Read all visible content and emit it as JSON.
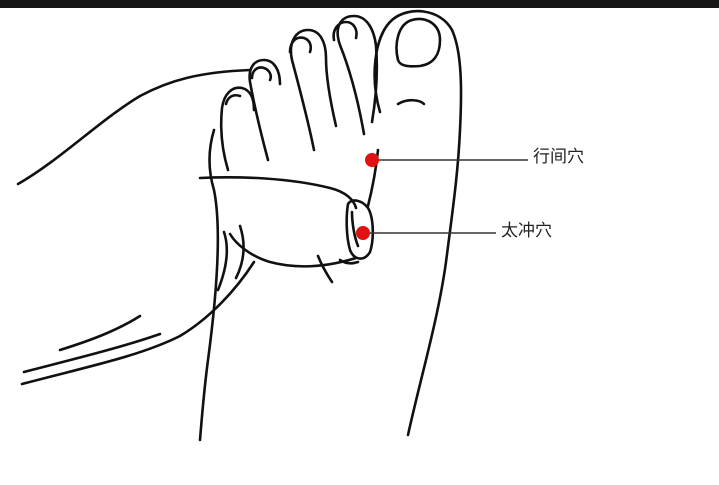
{
  "colors": {
    "top_band": "#161616",
    "line_art": "#111111",
    "point_marker": "#e01212",
    "leader_line": "#333333",
    "label_text": "#222222",
    "background": "#ffffff"
  },
  "points": [
    {
      "id": "xingjian",
      "label": "行间穴",
      "marker_icon": "red-dot"
    },
    {
      "id": "taichong",
      "label": "太冲穴",
      "marker_icon": "red-dot"
    }
  ]
}
